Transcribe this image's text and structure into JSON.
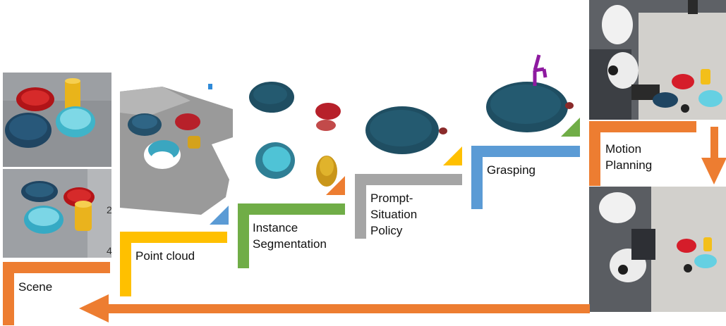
{
  "stages": {
    "scene": "Scene",
    "point_cloud": "Point cloud",
    "instance_segmentation": "Instance\nSegmentation",
    "prompt_situation_policy": "Prompt-\nSituation\nPolicy",
    "grasping": "Grasping",
    "motion_planning": "Motion\nPlanning"
  },
  "scene_markers": {
    "top": "2",
    "bottom": "4"
  },
  "colors": {
    "scene": "#ed7d31",
    "point_cloud": "#ffc000",
    "instance_segmentation": "#70ad47",
    "prompt_situation_policy": "#a5a5a5",
    "grasping": "#5b9bd5",
    "motion_planning": "#ed7d31",
    "bowl_dark": "#1f4e62",
    "bowl_light": "#4fc3d6",
    "bowl_red": "#c8141e",
    "cup_yellow": "#f2b51c",
    "gripper": "#8e1aa0"
  },
  "icons": [
    "arrow-right-icon",
    "arrow-down-icon",
    "arrow-left-icon"
  ]
}
